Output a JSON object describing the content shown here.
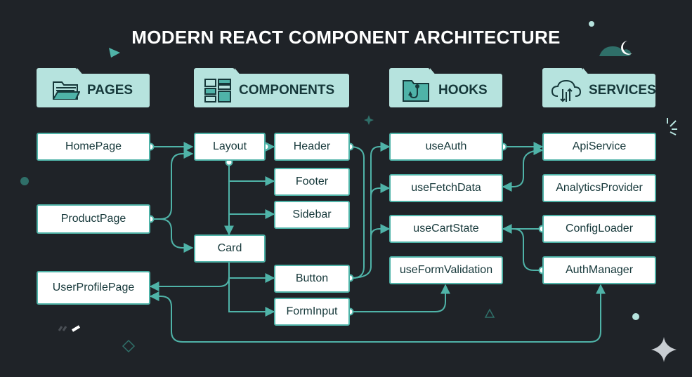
{
  "title": "MODERN REACT COMPONENT ARCHITECTURE",
  "colors": {
    "background": "#1f2328",
    "accent": "#4fb3a8",
    "folder": "#b6e3de",
    "node_text": "#16383a"
  },
  "columns": [
    {
      "label": "PAGES",
      "icon": "folder-open-icon"
    },
    {
      "label": "COMPONENTS",
      "icon": "grid-layout-icon"
    },
    {
      "label": "HOOKS",
      "icon": "hook-icon"
    },
    {
      "label": "SERVICES",
      "icon": "cloud-sync-icon"
    }
  ],
  "nodes": {
    "home_page": "HomePage",
    "product_page": "ProductPage",
    "user_profile_page": "UserProfilePage",
    "layout": "Layout",
    "header": "Header",
    "footer": "Footer",
    "sidebar": "Sidebar",
    "card": "Card",
    "button": "Button",
    "form_input": "FormInput",
    "use_auth": "useAuth",
    "use_fetch_data": "useFetchData",
    "use_cart_state": "useCartState",
    "use_form_validation": "useFormValidation",
    "api_service": "ApiService",
    "analytics_provider": "AnalyticsProvider",
    "config_loader": "ConfigLoader",
    "auth_manager": "AuthManager"
  },
  "connections": [
    {
      "from": "home_page",
      "to": "layout"
    },
    {
      "from": "product_page",
      "to": "layout"
    },
    {
      "from": "product_page",
      "to": "card"
    },
    {
      "from": "layout",
      "to": "header"
    },
    {
      "from": "layout",
      "to": "footer"
    },
    {
      "from": "layout",
      "to": "sidebar"
    },
    {
      "from": "layout",
      "to": "card"
    },
    {
      "from": "card",
      "to": "button"
    },
    {
      "from": "card",
      "to": "form_input"
    },
    {
      "from": "card",
      "to": "user_profile_page"
    },
    {
      "from": "header",
      "to": "use_auth"
    },
    {
      "from": "button",
      "to": "use_fetch_data"
    },
    {
      "from": "button",
      "to": "use_cart_state"
    },
    {
      "from": "use_auth",
      "to": "api_service"
    },
    {
      "from": "api_service",
      "to": "use_fetch_data"
    },
    {
      "from": "config_loader",
      "to": "use_cart_state"
    },
    {
      "from": "auth_manager",
      "to": "use_cart_state"
    },
    {
      "from": "form_input",
      "to": "use_form_validation"
    },
    {
      "from": "auth_manager",
      "to": "user_profile_page"
    }
  ]
}
